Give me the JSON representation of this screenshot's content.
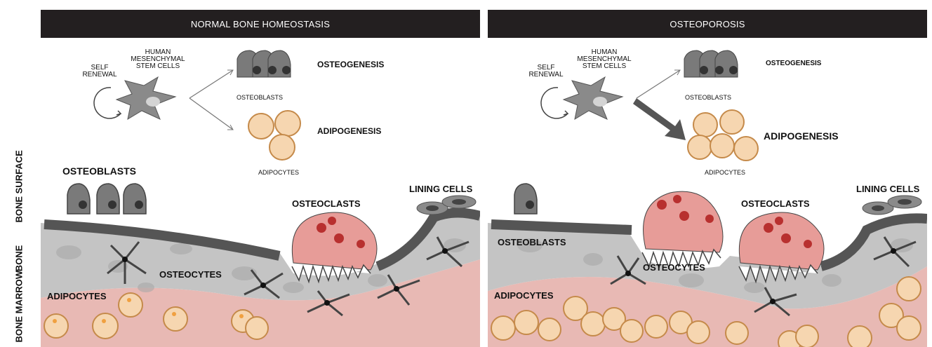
{
  "headers": {
    "left": "NORMAL BONE HOMEOSTASIS",
    "right": "OSTEOPOROSIS"
  },
  "side_labels": {
    "bone_surface": "BONE SURFACE",
    "bone": "BONE",
    "bone_marrow": "BONE MARROW"
  },
  "left_panel": {
    "self_renewal": "SELF RENEWAL",
    "hmsc": "HUMAN MESENCHYMAL STEM CELLS",
    "osteoblasts_small": "OSTEOBLASTS",
    "osteogenesis": "OSTEOGENESIS",
    "adipogenesis": "ADIPOGENESIS",
    "adipocytes_small": "ADIPOCYTES",
    "osteoblasts": "OSTEOBLASTS",
    "lining_cells": "LINING CELLS",
    "osteoclasts": "OSTEOCLASTS",
    "osteocytes": "OSTEOCYTES",
    "adipocytes": "ADIPOCYTES"
  },
  "right_panel": {
    "self_renewal": "SELF RENEWAL",
    "hmsc": "HUMAN MESENCHYMAL STEM CELLS",
    "osteoblasts_small": "OSTEOBLASTS",
    "osteogenesis": "OSTEOGENESIS",
    "adipogenesis": "ADIPOGENESIS",
    "adipocytes_small": "ADIPOCYTES",
    "osteoblasts": "OSTEOBLASTS",
    "lining_cells": "LINING CELLS",
    "osteoclasts": "OSTEOCLASTS",
    "osteocytes": "OSTEOCYTES",
    "adipocytes": "ADIPOCYTES"
  },
  "colors": {
    "header_bg": "#231f20",
    "bone": "#c9c9c9",
    "bone_surface": "#555555",
    "marrow": "#e8b9b4",
    "osteoclast": "#e79c98",
    "adipocyte": "#f6d6b0",
    "osteoblast": "#7a7a7a"
  }
}
